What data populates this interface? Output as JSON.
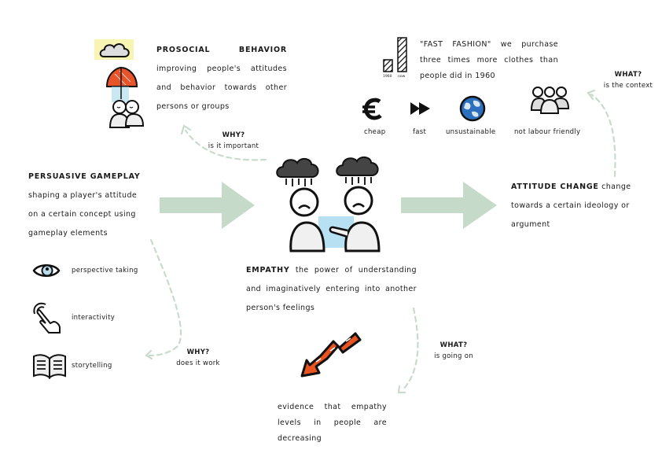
{
  "colors": {
    "arrow_fill": "#c5dac8",
    "connector": "#c8dccb",
    "text": "#1a1a1a",
    "umbrella": "#e8542a",
    "decline_arrow": "#e8541f",
    "globe": "#2d6fbf"
  },
  "prosocial": {
    "title": "PROSOCIAL BEHAVIOR",
    "lines": [
      "improving people's attitudes",
      "and behavior towards other",
      "persons or groups"
    ],
    "icon": "cloud-umbrella-people-icon"
  },
  "why_important": {
    "heading": "WHY?",
    "sub": "is it important"
  },
  "fast_fashion": {
    "heading": "\"FAST FASHION\"",
    "line1_rest": "we purchase",
    "line2": "three times more clothes than",
    "line3": "people did in 1960",
    "bar_labels": [
      "1960",
      "now"
    ],
    "icon": "bar-chart-icon",
    "features": [
      {
        "label": "cheap",
        "icon": "euro-icon"
      },
      {
        "label": "fast",
        "icon": "fast-forward-icon"
      },
      {
        "label": "unsustainable",
        "icon": "globe-icon"
      },
      {
        "label": "not labour friendly",
        "icon": "group-people-icon"
      }
    ]
  },
  "what_context": {
    "heading": "WHAT?",
    "sub": "is the context"
  },
  "persuasive": {
    "title": "PERSUASIVE GAMEPLAY",
    "lines": [
      "shaping a player's attitude",
      "on a certain concept using",
      "gameplay elements"
    ],
    "elements": [
      {
        "label": "perspective taking",
        "icon": "eye-icon"
      },
      {
        "label": "interactivity",
        "icon": "touch-hand-icon"
      },
      {
        "label": "storytelling",
        "icon": "open-book-icon"
      }
    ]
  },
  "why_work": {
    "heading": "WHY?",
    "sub": "does it work"
  },
  "empathy": {
    "title": "EMPATHY",
    "line1_rest": "the power of understanding",
    "line2": "and imaginatively entering into another",
    "line3": "person's feelings",
    "icon": "sad-people-clouds-icon"
  },
  "attitude": {
    "title": "ATTITUDE CHANGE",
    "line1_rest": "change",
    "line2": "towards a certain ideology or",
    "line3": "argument"
  },
  "what_going_on": {
    "heading": "WHAT?",
    "sub": "is going on"
  },
  "evidence": {
    "lines": [
      "evidence that empathy",
      "levels in people are",
      "decreasing"
    ],
    "icon": "decline-arrow-icon"
  }
}
